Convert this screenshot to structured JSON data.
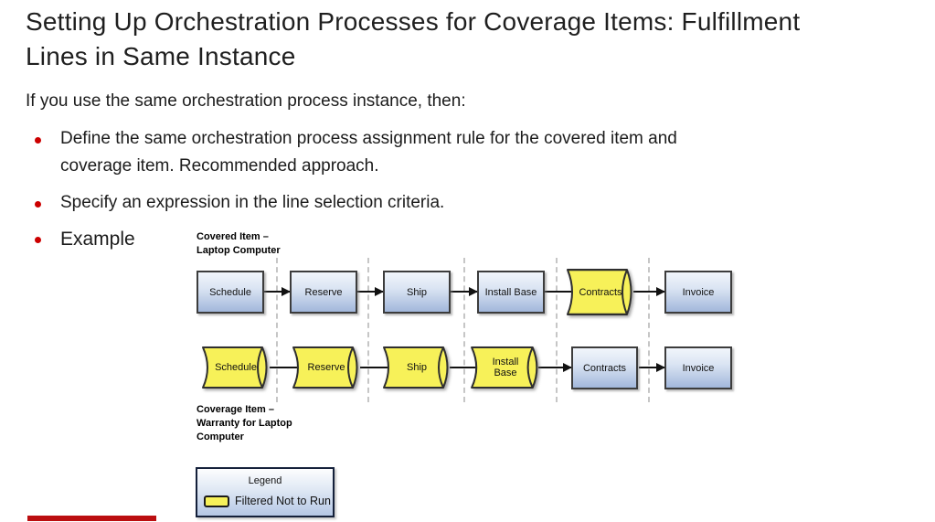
{
  "slide": {
    "title": "Setting Up Orchestration Processes for Coverage Items: Fulfillment\nLines in Same Instance",
    "intro": "If you use the same orchestration process instance, then:",
    "bullets": [
      {
        "text": "Define the same orchestration process assignment rule for the covered item and\ncoverage item. Recommended approach."
      },
      {
        "text": "Specify an expression in the line selection criteria."
      },
      {
        "text": "Example"
      }
    ]
  },
  "diagram": {
    "covered_row": {
      "label": "Covered Item –\nLaptop Computer",
      "steps": [
        {
          "label": "Schedule",
          "filtered": false
        },
        {
          "label": "Reserve",
          "filtered": false
        },
        {
          "label": "Ship",
          "filtered": false
        },
        {
          "label": "Install Base",
          "filtered": false
        },
        {
          "label": "Contracts",
          "filtered": true
        },
        {
          "label": "Invoice",
          "filtered": false
        }
      ]
    },
    "coverage_row": {
      "label": "Coverage Item –\nWarranty for Laptop\nComputer",
      "steps": [
        {
          "label": "Schedule",
          "filtered": true
        },
        {
          "label": "Reserve",
          "filtered": true
        },
        {
          "label": "Ship",
          "filtered": true
        },
        {
          "label": "Install Base",
          "filtered": true
        },
        {
          "label": "Contracts",
          "filtered": false
        },
        {
          "label": "Invoice",
          "filtered": false
        }
      ]
    },
    "legend": {
      "title": "Legend",
      "filtered_label": "Filtered Not to Run"
    }
  },
  "colors": {
    "accent_red": "#bb0e10",
    "bullet_red": "#cc0000",
    "filtered_yellow": "#f7f159",
    "process_blue_top": "#f1f5fb",
    "process_blue_bottom": "#a2b7db"
  }
}
